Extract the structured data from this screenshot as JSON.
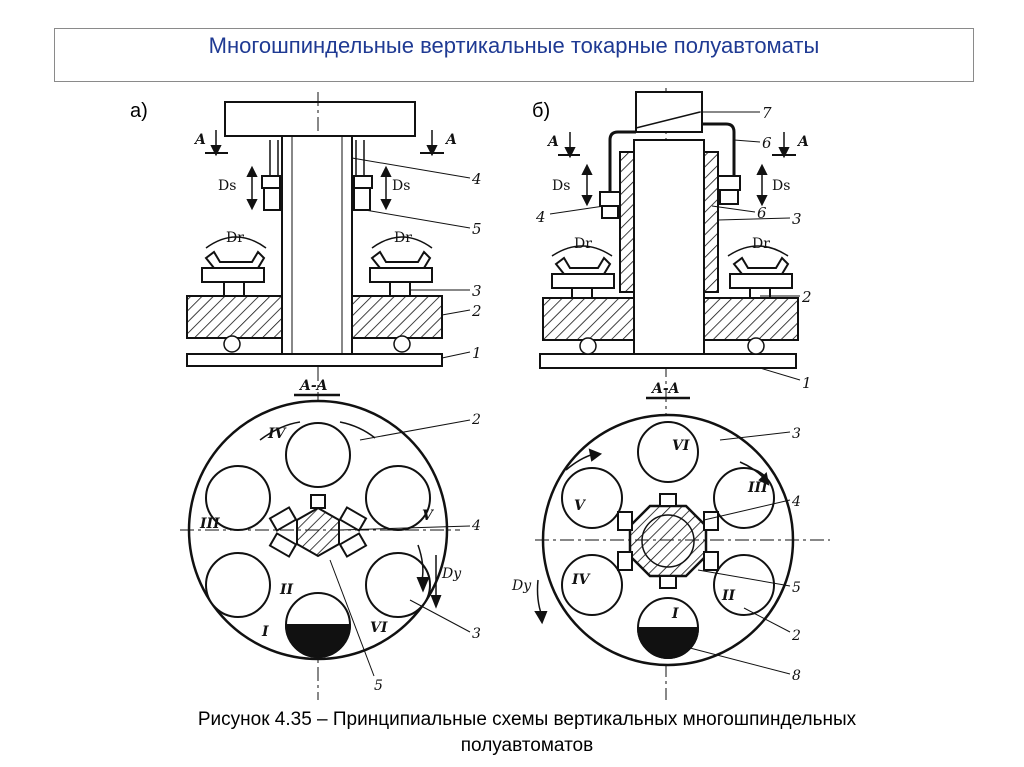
{
  "slide": {
    "title": "Многошпиндельные вертикальные токарные полуавтоматы",
    "caption_line1": "Рисунок 4.35 – Принципиальные схемы вертикальных многошпиндельных",
    "caption_line2": "полуавтоматов"
  },
  "diagram_a": {
    "label": "а)",
    "section_label": "A-A",
    "section_arrow_left": "A",
    "section_arrow_right": "A",
    "feed_left": "Ds",
    "feed_right": "Ds",
    "rot_left": "Dr",
    "rot_right": "Dr",
    "callouts": [
      "4",
      "5",
      "3",
      "2",
      "1",
      "2",
      "4",
      "3",
      "5"
    ],
    "index_label": "Dy",
    "positions": [
      "IV",
      "III",
      "II",
      "I",
      "VI",
      "V"
    ]
  },
  "diagram_b": {
    "label": "б)",
    "section_label": "A-A",
    "section_arrow_left": "A",
    "section_arrow_right": "A",
    "feed_left": "Ds",
    "feed_right": "Ds",
    "rot_left": "Dr",
    "rot_right": "Dr",
    "callouts": [
      "7",
      "6",
      "4",
      "6",
      "3",
      "2",
      "1",
      "3",
      "4",
      "5",
      "2",
      "8"
    ],
    "index_label": "Dy",
    "positions": [
      "VI",
      "V",
      "IV",
      "I",
      "II",
      "III"
    ]
  },
  "colors": {
    "title": "#1f3a93",
    "ink": "#111111"
  }
}
